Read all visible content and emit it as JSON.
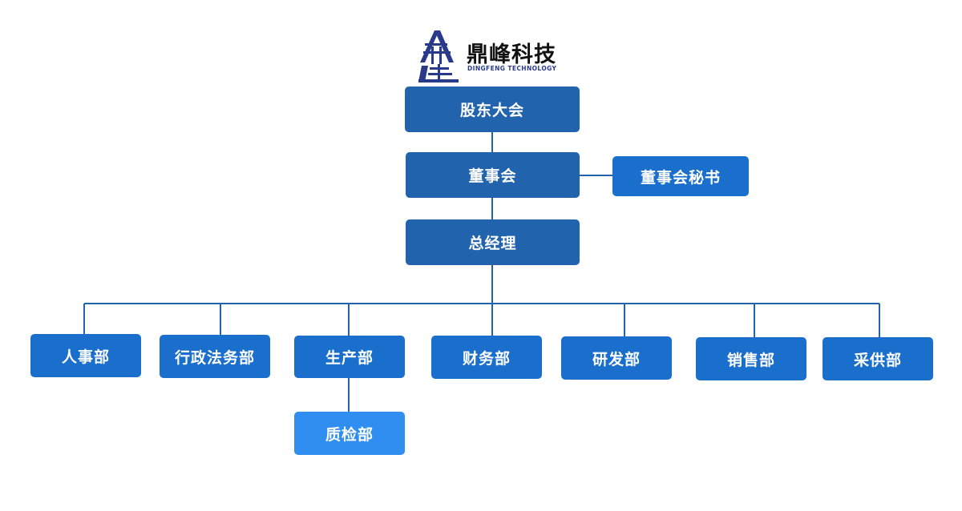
{
  "logo": {
    "name": "鼎峰科技",
    "subtitle": "DINGFENG TECHNOLOGY",
    "brand_color": "#2a3a8a"
  },
  "nodes": {
    "shareholders": "股东大会",
    "board": "董事会",
    "board_secretary": "董事会秘书",
    "general_manager": "总经理",
    "hr": "人事部",
    "admin_legal": "行政法务部",
    "production": "生产部",
    "finance": "财务部",
    "rnd": "研发部",
    "sales": "销售部",
    "procurement": "采供部",
    "quality": "质检部"
  },
  "colors": {
    "box_dark": "#2163ad",
    "box_mid": "#1a6fcc",
    "box_light": "#2f8ef0",
    "connector": "#2163ad"
  }
}
